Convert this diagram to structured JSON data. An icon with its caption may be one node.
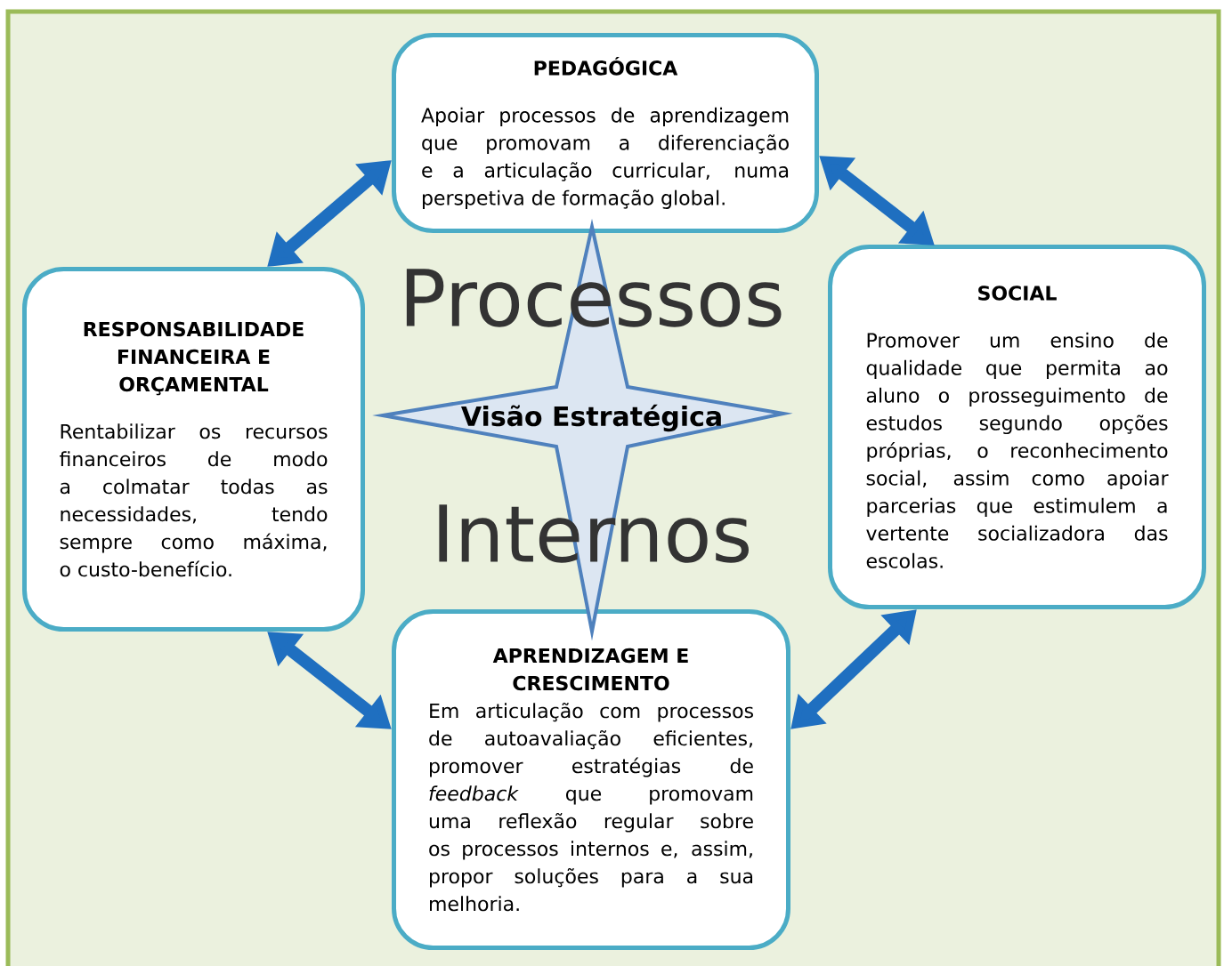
{
  "diagram": {
    "nodes": [
      {
        "text": [
          "PEDAGÓGICA",
          "Apoiar processos de aprendizagem que promovam a diferenciação e a articulação curricular, numa perspetiva de formação global."
        ]
      },
      {
        "text": [
          "SOCIAL",
          "Promover um ensino de qualidade que permita ao aluno o prosseguimento de estudos segundo opções próprias, o reconhecimento social, assim como apoiar parcerias que estimulem a vertente socializadora das escolas."
        ]
      },
      {
        "text": [
          "RESPONSABILIDADE FINANCEIRA E ORÇAMENTAL",
          "Rentabilizar os recursos financeiros de modo a colmatar todas as necessidades, tendo sempre como máxima, o custo-benefício."
        ]
      },
      {
        "text": [
          "APRENDIZAGEM E CRESCIMENTO",
          "Em articulação com processos de autoavaliação eficientes, promover estratégias de *feedback* que promovam uma reflexão regular sobre os processos internos e, assim, propor soluções para a sua melhoria."
        ]
      },
      {
        "text": [
          "Visão Estratégica"
        ]
      }
    ],
    "edges": [
      {
        "from": 2,
        "to": 0,
        "arrow": "both"
      },
      {
        "from": 0,
        "to": 1,
        "arrow": "both"
      },
      {
        "from": 2,
        "to": 3,
        "arrow": "both"
      },
      {
        "from": 3,
        "to": 1,
        "arrow": "both"
      }
    ],
    "labels": [
      "Processos",
      "Internos"
    ]
  }
}
